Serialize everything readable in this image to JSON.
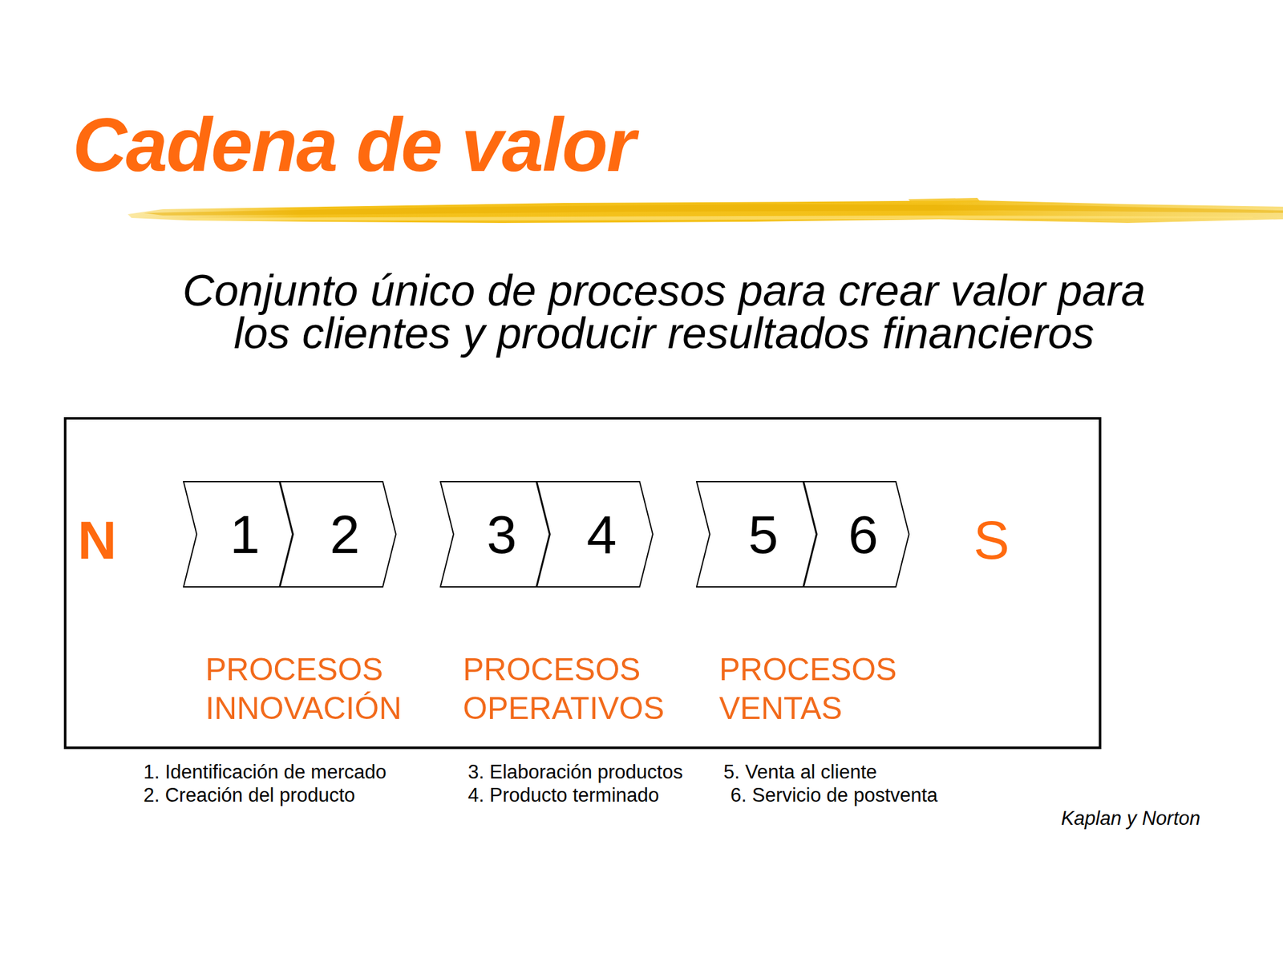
{
  "diagram": {
    "title": "Cadena de valor",
    "nodes": [
      {
        "text": [
          "N",
          "S",
          "PROCESOS INNOVACIÓN",
          "PROCESOS OPERATIVOS",
          "PROCESOS VENTAS"
        ]
      },
      {
        "text": [
          "1"
        ],
        "in": 0
      },
      {
        "text": [
          "2"
        ],
        "in": 0
      },
      {
        "text": [
          "3"
        ],
        "in": 0
      },
      {
        "text": [
          "4"
        ],
        "in": 0
      },
      {
        "text": [
          "5"
        ],
        "in": 0
      },
      {
        "text": [
          "6"
        ],
        "in": 0
      }
    ],
    "labels": [
      "Conjunto único de procesos para crear valor para los clientes y producir resultados financieros",
      "1. Identificación de mercado",
      "2. Creación del producto",
      "3. Elaboración productos",
      "4. Producto terminado",
      "5. Venta al cliente",
      "6. Servicio de postventa",
      "Kaplan y Norton"
    ]
  }
}
